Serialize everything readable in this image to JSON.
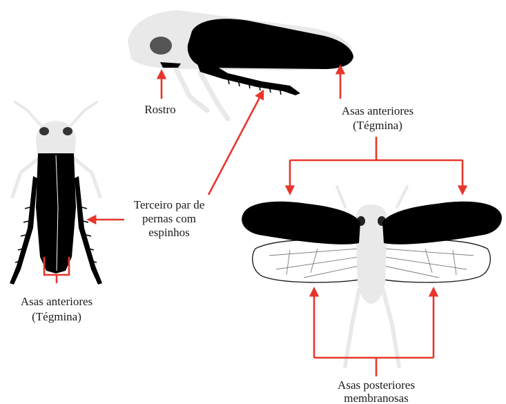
{
  "labels": {
    "rostro": "Rostro",
    "asas_anteriores_top_line1": "Asas anteriores",
    "asas_anteriores_top_line2": "(Tégmina)",
    "terceiro_par_line1": "Terceiro par de",
    "terceiro_par_line2": "pernas com",
    "terceiro_par_line3": "espinhos",
    "asas_anteriores_left_line1": "Asas anteriores",
    "asas_anteriores_left_line2": "(Tégmina)",
    "asas_posteriores_line1": "Asas posteriores",
    "asas_posteriores_line2": "membranosas"
  },
  "colors": {
    "arrow": "#e8352a",
    "body": "#e9e9e9",
    "wing": "#000000",
    "text": "#1a1a1a"
  }
}
